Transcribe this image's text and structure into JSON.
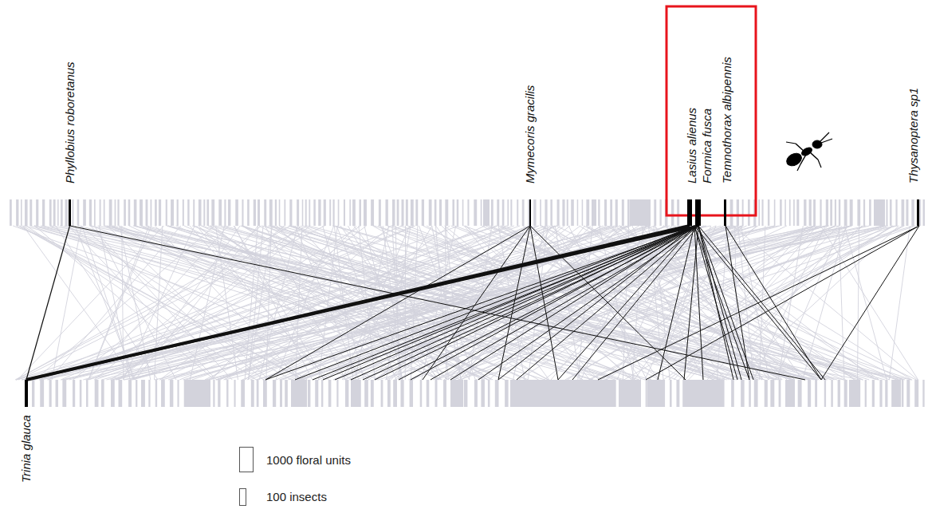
{
  "diagram": {
    "nodes": [
      {
        "text": [
          "Phyllobius roboretanus"
        ]
      },
      {
        "text": [
          "Mymecoris gracilis"
        ]
      },
      {
        "text": [
          "Lasius alienus"
        ]
      },
      {
        "text": [
          "Formica fusca"
        ]
      },
      {
        "text": [
          "Temnothorax albipennis"
        ]
      },
      {
        "text": [
          "Thysanoptera sp1"
        ]
      },
      {
        "text": [
          "Trinia glauca"
        ]
      }
    ],
    "edges": [
      {
        "from": 0,
        "to": 6,
        "arrow": "none"
      },
      {
        "from": 2,
        "to": 6,
        "arrow": "none"
      },
      {
        "from": 3,
        "to": 6,
        "arrow": "none"
      }
    ],
    "legend": [
      {
        "text": "1000 floral units"
      },
      {
        "text": "100 insects"
      }
    ]
  }
}
